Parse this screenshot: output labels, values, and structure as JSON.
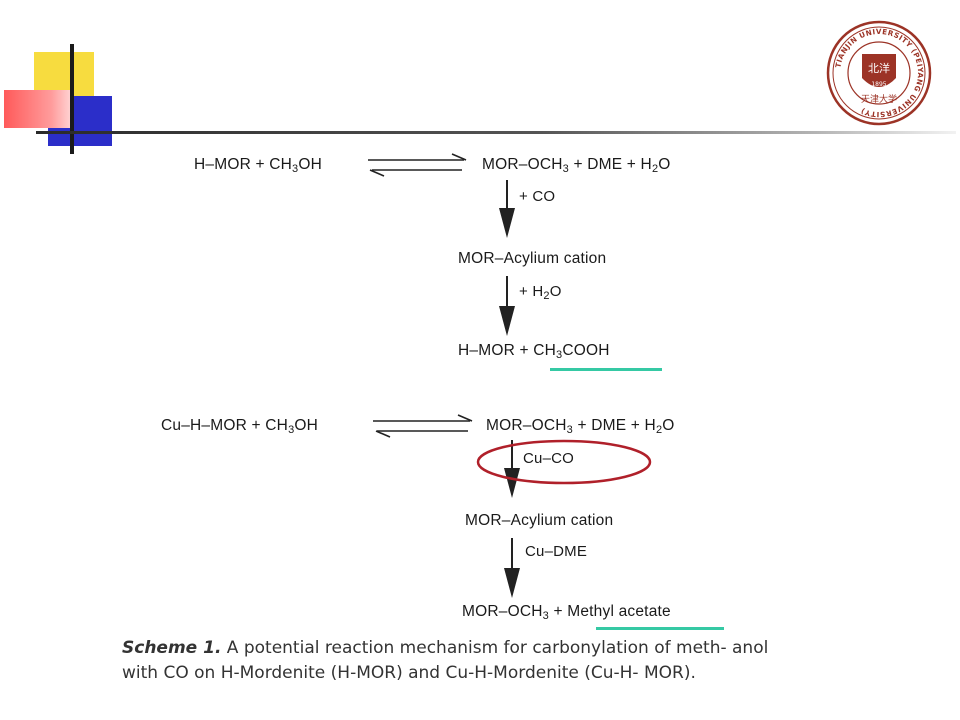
{
  "university_seal": {
    "ring_text": "TIANJIN UNIVERSITY (PEIYANG UNIVERSITY)",
    "year": "1895",
    "chinese_name": "天津大学",
    "emblem_text": "北洋",
    "color": "#9c3326"
  },
  "scheme_top": {
    "lhs": {
      "pre": "H–MOR  +  CH",
      "sub": "3",
      "post": "OH"
    },
    "rhs": {
      "pre": "MOR–OCH",
      "sub": "3",
      "post": "  +   DME  +  H",
      "sub2": "2",
      "post2": "O"
    },
    "step1": "+  CO",
    "intermediate": "MOR–Acylium cation",
    "step2": {
      "pre": "+  H",
      "sub": "2",
      "post": "O"
    },
    "product": {
      "pre": "H–MOR  +  ",
      "highlight_pre": "CH",
      "highlight_sub": "3",
      "highlight_post": "COOH"
    }
  },
  "scheme_bottom": {
    "lhs": {
      "pre": "Cu–H–MOR  +  CH",
      "sub": "3",
      "post": "OH"
    },
    "rhs": {
      "pre": "MOR–OCH",
      "sub": "3",
      "post": "  +   DME  +  H",
      "sub2": "2",
      "post2": "O"
    },
    "step1": "Cu–CO",
    "intermediate": "MOR–Acylium cation",
    "step2": "Cu–DME",
    "product": {
      "pre": "MOR–OCH",
      "sub": "3",
      "post": "  +  ",
      "highlight": "Methyl acetate"
    }
  },
  "colors": {
    "underline": "#35c9a4",
    "circle": "#b0202a"
  },
  "caption": {
    "label": "Scheme 1.",
    "text": " A potential reaction mechanism for carbonylation of meth- anol with CO on H-Mordenite (H-MOR) and Cu-H-Mordenite (Cu-H- MOR)."
  }
}
